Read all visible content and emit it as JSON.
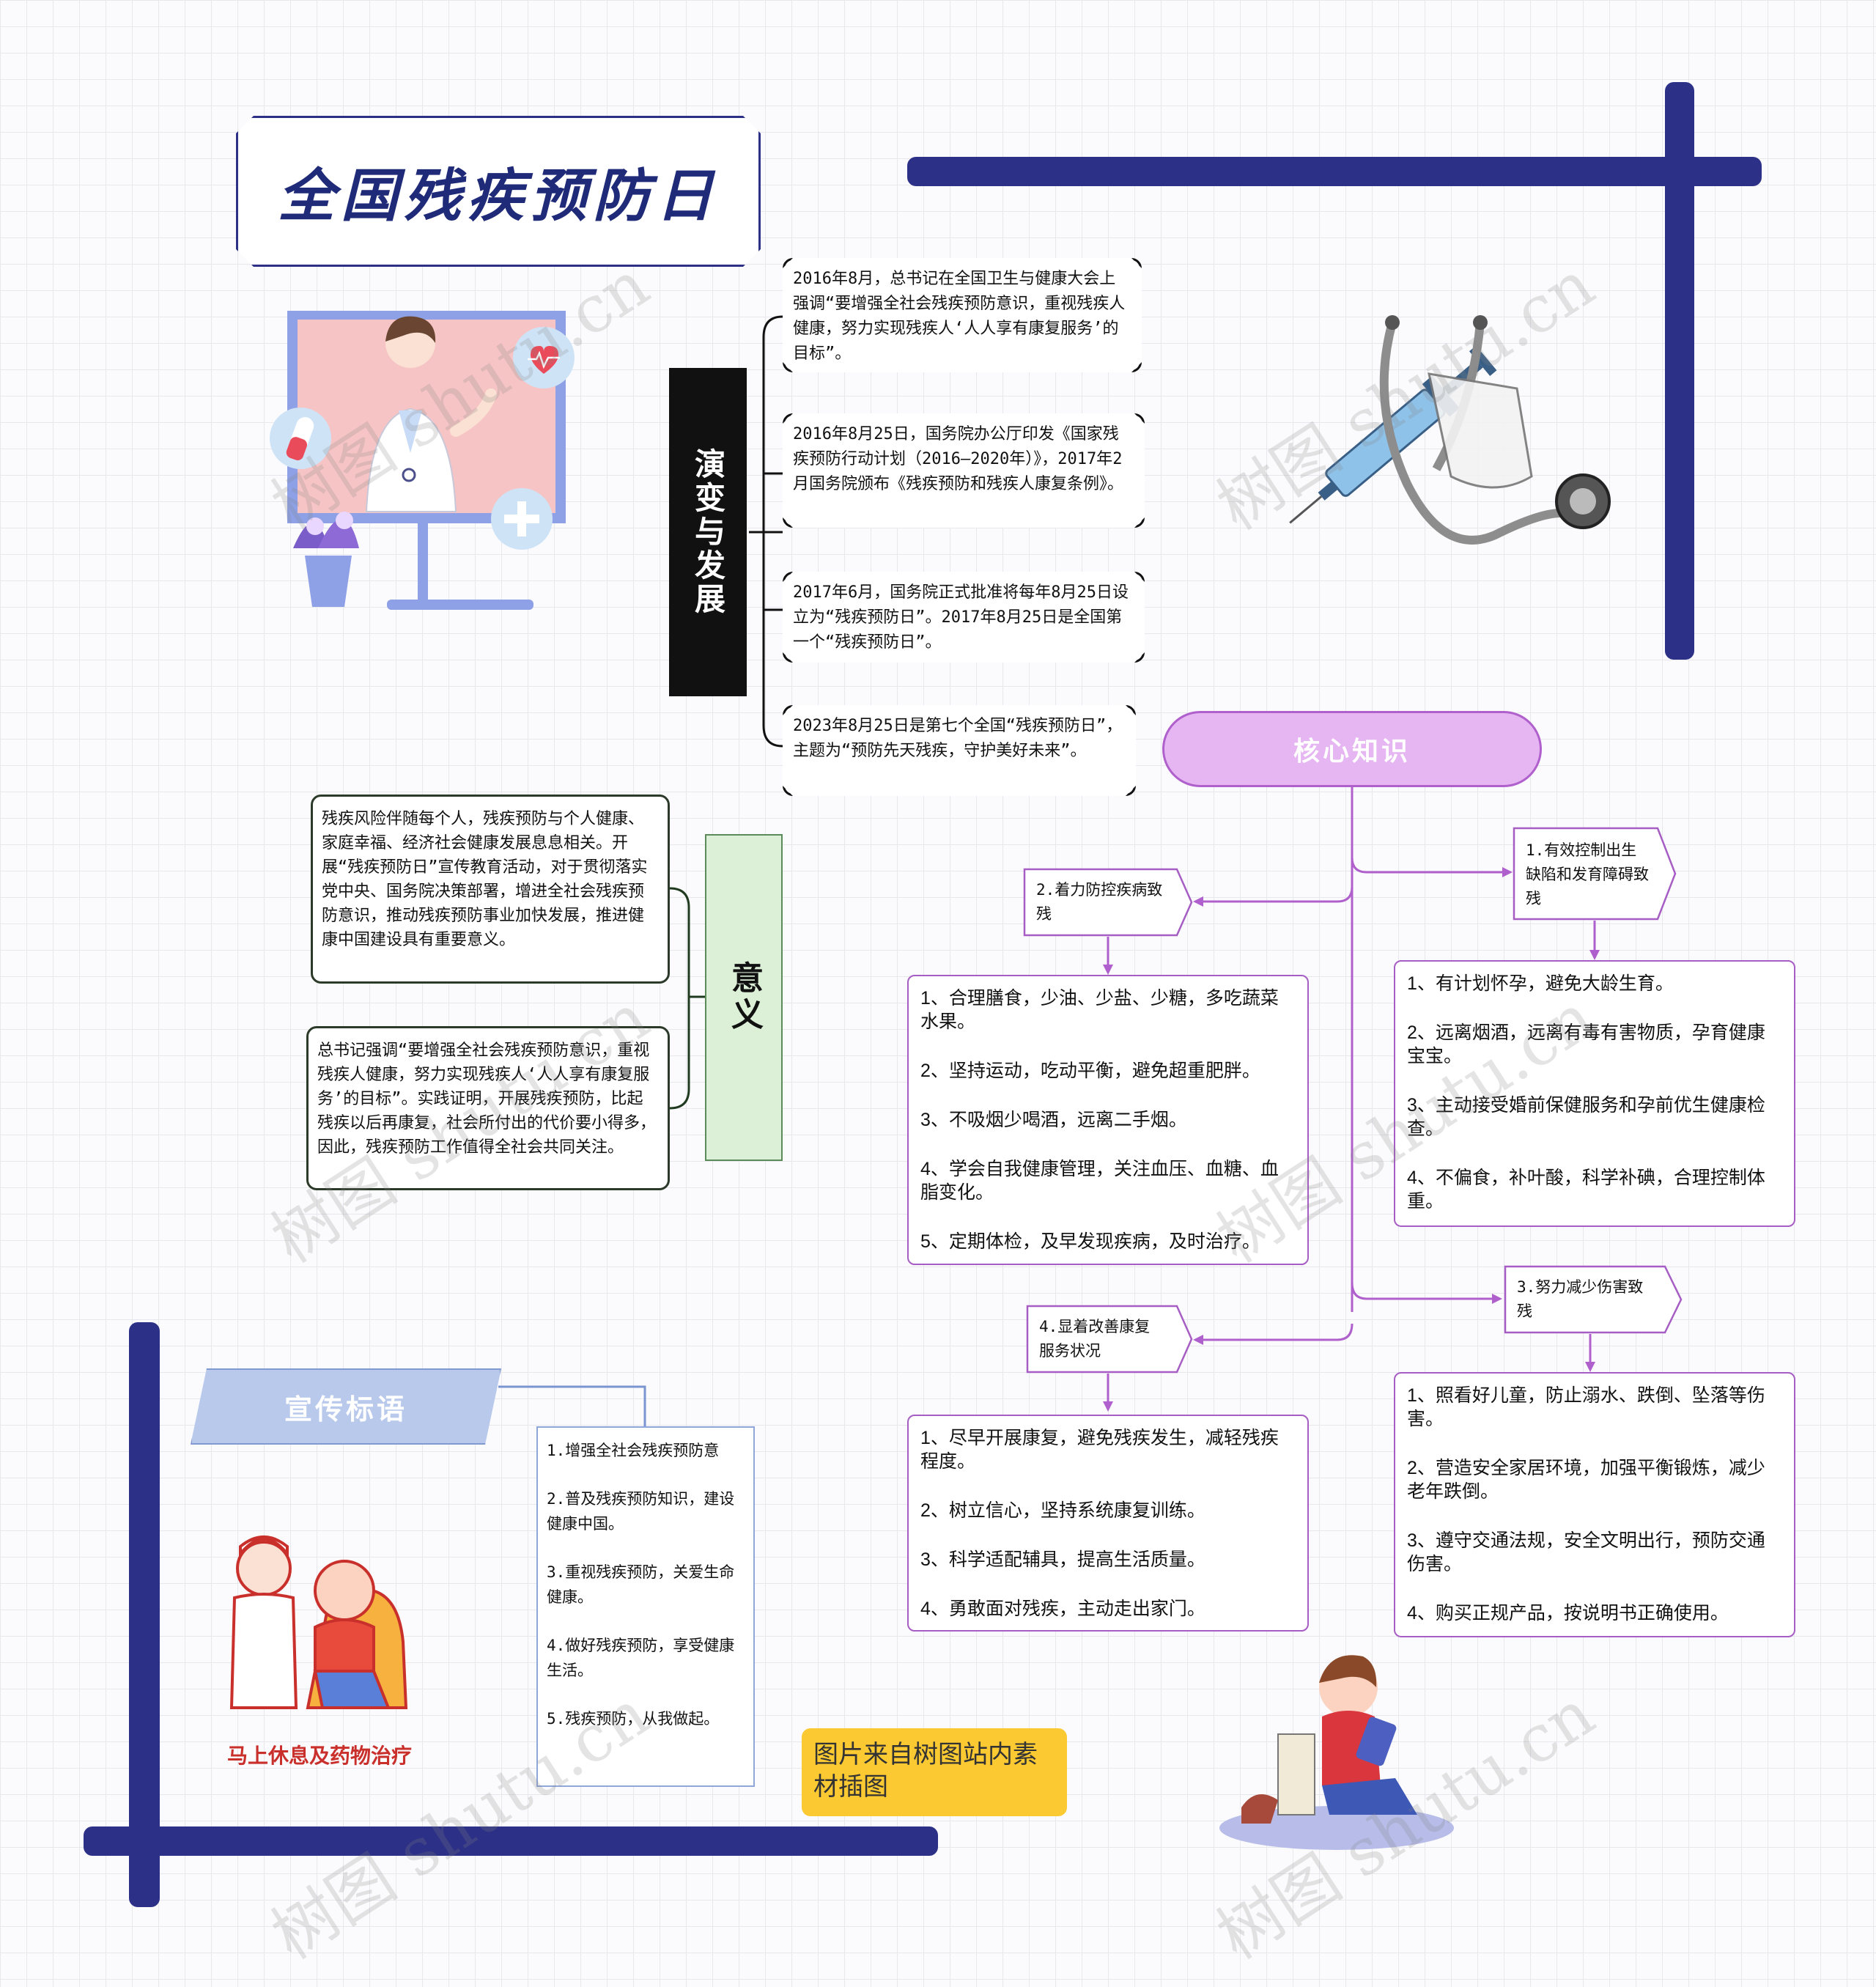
{
  "title": "全国残疾预防日",
  "branch_evolution": {
    "label": "演变与发展",
    "items": [
      "2016年8月，总书记在全国卫生与健康大会上强调“要增强全社会残疾预防意识，重视残疾人健康，努力实现残疾人‘人人享有康复服务’的目标”。",
      "2016年8月25日，国务院办公厅印发《国家残疾预防行动计划（2016—2020年）》，2017年2月国务院颁布《残疾预防和残疾人康复条例》。",
      "2017年6月，国务院正式批准将每年8月25日设立为“残疾预防日”。2017年8月25日是全国第一个“残疾预防日”。",
      "2023年8月25日是第七个全国“残疾预防日”，主题为“预防先天残疾，守护美好未来”。"
    ]
  },
  "branch_meaning": {
    "label": "意义",
    "items": [
      "残疾风险伴随每个人，残疾预防与个人健康、家庭幸福、经济社会健康发展息息相关。开展“残疾预防日”宣传教育活动，对于贯彻落实党中央、国务院决策部署，增进全社会残疾预防意识，推动残疾预防事业加快发展，推进健康中国建设具有重要意义。",
      "总书记强调“要增强全社会残疾预防意识，重视残疾人健康，努力实现残疾人‘人人享有康复服务’的目标”。实践证明，开展残疾预防，比起残疾以后再康复，社会所付出的代价要小得多，因此，残疾预防工作值得全社会共同关注。"
    ]
  },
  "core": {
    "label": "核心知识",
    "sub1": {
      "label": "1.有效控制出生缺陷和发育障碍致残",
      "items": [
        "1、有计划怀孕，避免大龄生育。",
        "2、远离烟酒，远离有毒有害物质，孕育健康宝宝。",
        "3、主动接受婚前保健服务和孕前优生健康检查。",
        "4、不偏食，补叶酸，科学补碘，合理控制体重。"
      ]
    },
    "sub2": {
      "label": "2.着力防控疾病致残",
      "items": [
        "1、合理膳食，少油、少盐、少糖，多吃蔬菜水果。",
        "2、坚持运动，吃动平衡，避免超重肥胖。",
        "3、不吸烟少喝酒，远离二手烟。",
        "4、学会自我健康管理，关注血压、血糖、血脂变化。",
        "5、定期体检，及早发现疾病，及时治疗。"
      ]
    },
    "sub3": {
      "label": "3.努力减少伤害致残",
      "items": [
        "1、照看好儿童，防止溺水、跌倒、坠落等伤害。",
        "2、营造安全家居环境，加强平衡锻炼，减少老年跌倒。",
        "3、遵守交通法规，安全文明出行，预防交通伤害。",
        "4、购买正规产品，按说明书正确使用。"
      ]
    },
    "sub4": {
      "label": "4.显着改善康复服务状况",
      "items": [
        "1、尽早开展康复，避免残疾发生，减轻残疾程度。",
        "2、树立信心，坚持系统康复训练。",
        "3、科学适配辅具，提高生活质量。",
        "4、勇敢面对残疾，主动走出家门。"
      ]
    }
  },
  "slogans": {
    "label": "宣传标语",
    "items": [
      "1.增强全社会残疾预防意",
      "2.普及残疾预防知识，建设健康中国。",
      "3.重视残疾预防，关爱生命健康。",
      "4.做好残疾预防，享受健康生活。",
      "5.残疾预防，从我做起。"
    ]
  },
  "illustration_caption": "马上休息及药物治疗",
  "credit": "图片来自树图站内素材插图",
  "watermark": "树图 shutu.cn",
  "colors": {
    "navy": "#2d3087",
    "purple": "#a65dc4",
    "core_fill": "#e6b6f2",
    "green_fill": "#dcf0d8",
    "slogan_fill": "#b8c9ec",
    "credit_fill": "#fbc931"
  }
}
